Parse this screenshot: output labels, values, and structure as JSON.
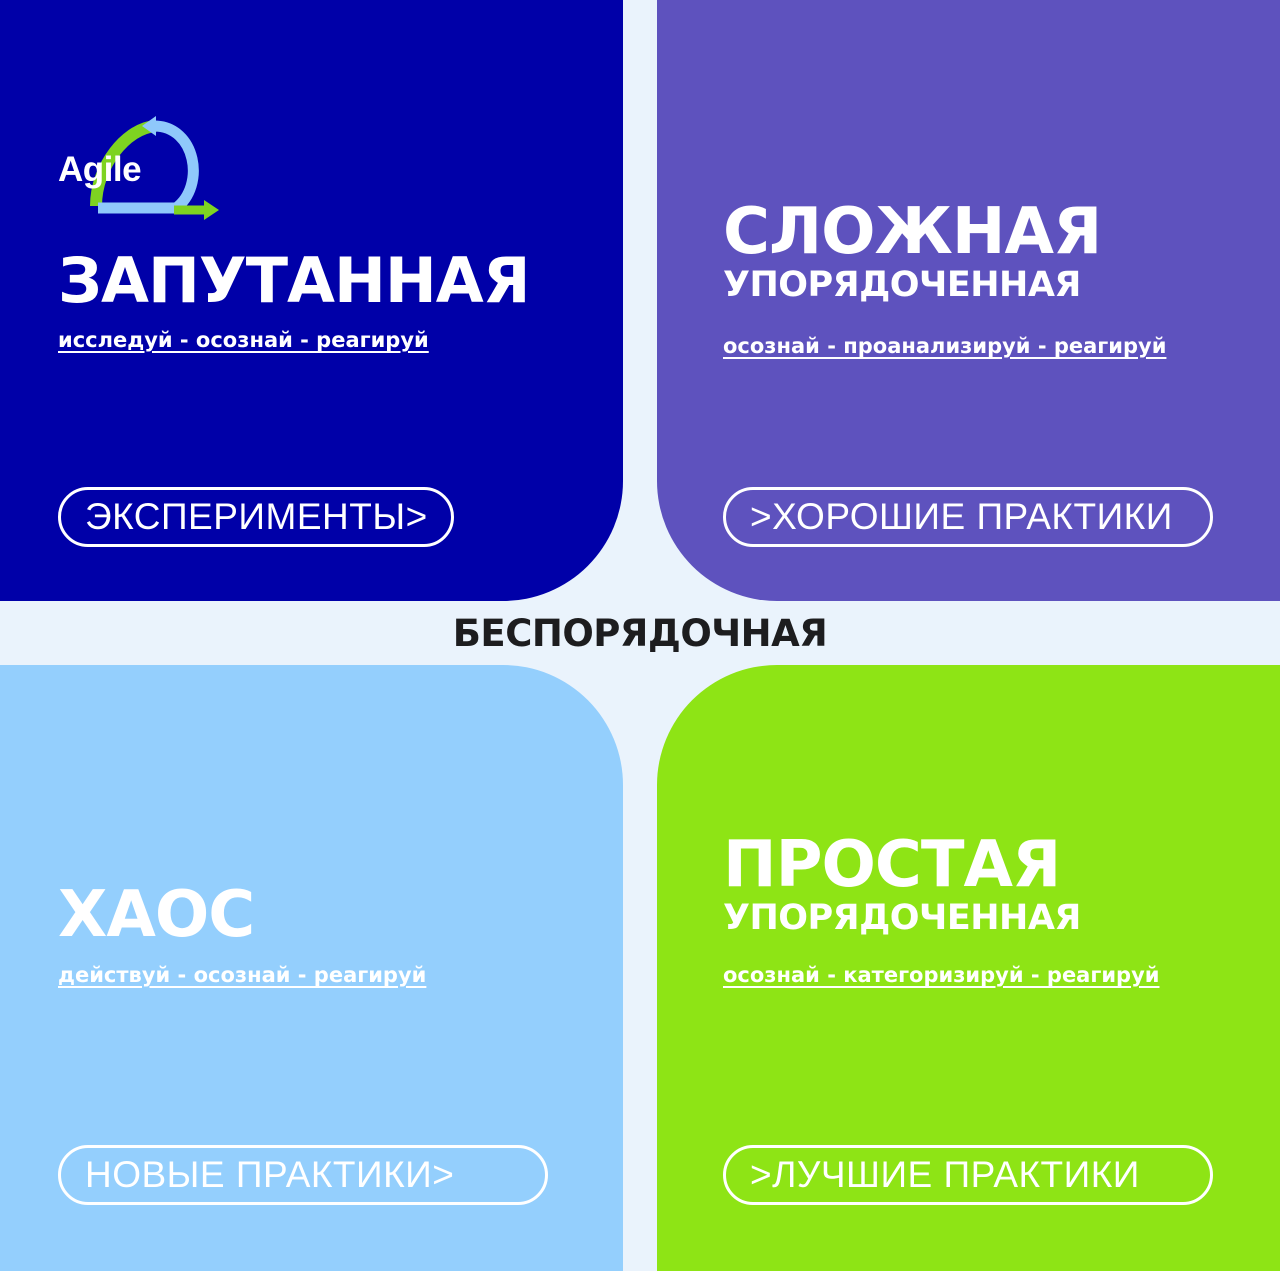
{
  "logo": {
    "text": "Agile",
    "icon": "cycle-arrows-icon"
  },
  "center_label": "БЕСПОРЯДОЧНАЯ",
  "quadrants": {
    "top_left": {
      "color": "#0000a8",
      "title": "ЗАПУТАННАЯ",
      "motto": "исследуй - осознай - реагируй",
      "practice": "ЭКСПЕРИМЕНТЫ>"
    },
    "top_right": {
      "color": "#5e52be",
      "title": "СЛОЖНАЯ",
      "subtitle": "УПОРЯДОЧЕННАЯ",
      "motto": "осознай - проанализируй - реагируй",
      "practice": ">ХОРОШИЕ ПРАКТИКИ"
    },
    "bottom_left": {
      "color": "#94cffd",
      "title": "ХАОС",
      "motto": "действуй - осознай - реагируй",
      "practice": "НОВЫЕ ПРАКТИКИ>"
    },
    "bottom_right": {
      "color": "#8ee415",
      "title": "ПРОСТАЯ",
      "subtitle": "УПОРЯДОЧЕННАЯ",
      "motto": "осознай - категоризируй - реагируй",
      "practice": ">ЛУЧШИЕ ПРАКТИКИ"
    }
  },
  "colors": {
    "background": "#eaf3fc",
    "text_dark": "#1d1d1f",
    "logo_green": "#7ed321",
    "logo_blue": "#6fb3f5"
  }
}
